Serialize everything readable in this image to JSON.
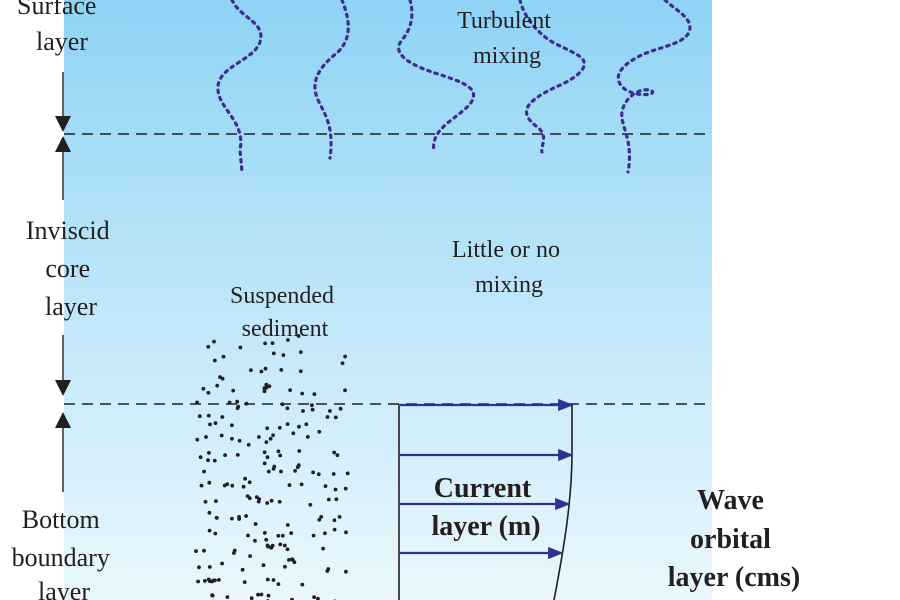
{
  "layers": {
    "surface": [
      "Surface",
      "layer"
    ],
    "inviscid": [
      "Inviscid",
      "core",
      "layer"
    ],
    "bottom": [
      "Bottom",
      "boundary",
      "layer"
    ]
  },
  "annotations": {
    "turbulent": [
      "Turbulent",
      "mixing"
    ],
    "little": [
      "Little or no",
      "mixing"
    ],
    "suspended": [
      "Suspended",
      "sediment"
    ],
    "current": [
      "Current",
      "layer (m)"
    ],
    "wave": [
      "Wave",
      "orbital",
      "layer (cms)"
    ]
  },
  "colors": {
    "water_top": "#8fd3f5",
    "water_bottom": "#eaf7fd",
    "arrow": "#2e3192",
    "eddy": "#3b2f8f",
    "text": "#231f20"
  }
}
